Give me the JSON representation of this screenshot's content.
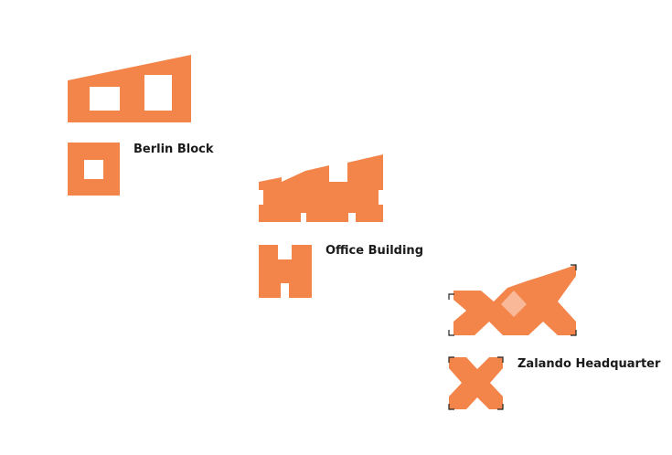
{
  "colors": {
    "accent": "#F4854A",
    "highlight": "#F9B999",
    "label": "#1A1A1A",
    "corner_marks": "#222222",
    "background": "#FFFFFF"
  },
  "items": [
    {
      "label": "Berlin Block"
    },
    {
      "label": "Office Building"
    },
    {
      "label": "Zalando Headquarter",
      "selected": true
    }
  ]
}
